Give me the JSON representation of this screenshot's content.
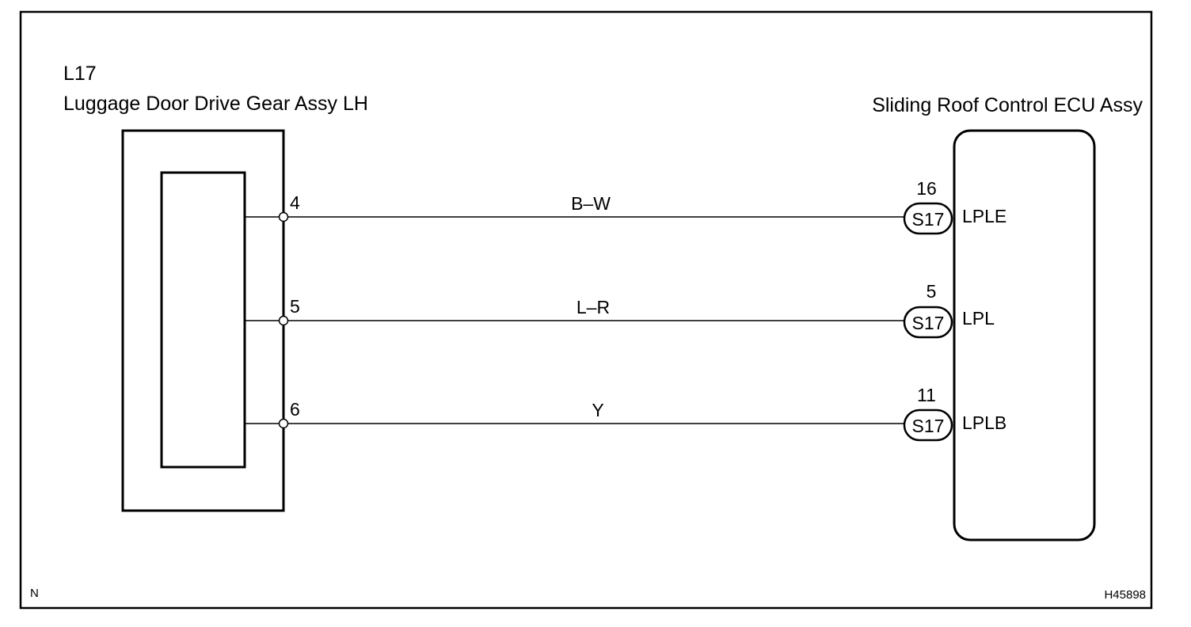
{
  "left_component": {
    "code": "L17",
    "name": "Luggage Door Drive Gear Assy LH"
  },
  "right_component": {
    "name": "Sliding Roof Control ECU Assy"
  },
  "wires": [
    {
      "left_pin": "4",
      "color": "B–W",
      "right_pin": "16",
      "connector": "S17",
      "signal": "LPLE"
    },
    {
      "left_pin": "5",
      "color": "L–R",
      "right_pin": "5",
      "connector": "S17",
      "signal": "LPL"
    },
    {
      "left_pin": "6",
      "color": "Y",
      "right_pin": "11",
      "connector": "S17",
      "signal": "LPLB"
    }
  ],
  "footer": {
    "left_mark": "N",
    "figure_id": "H45898"
  }
}
